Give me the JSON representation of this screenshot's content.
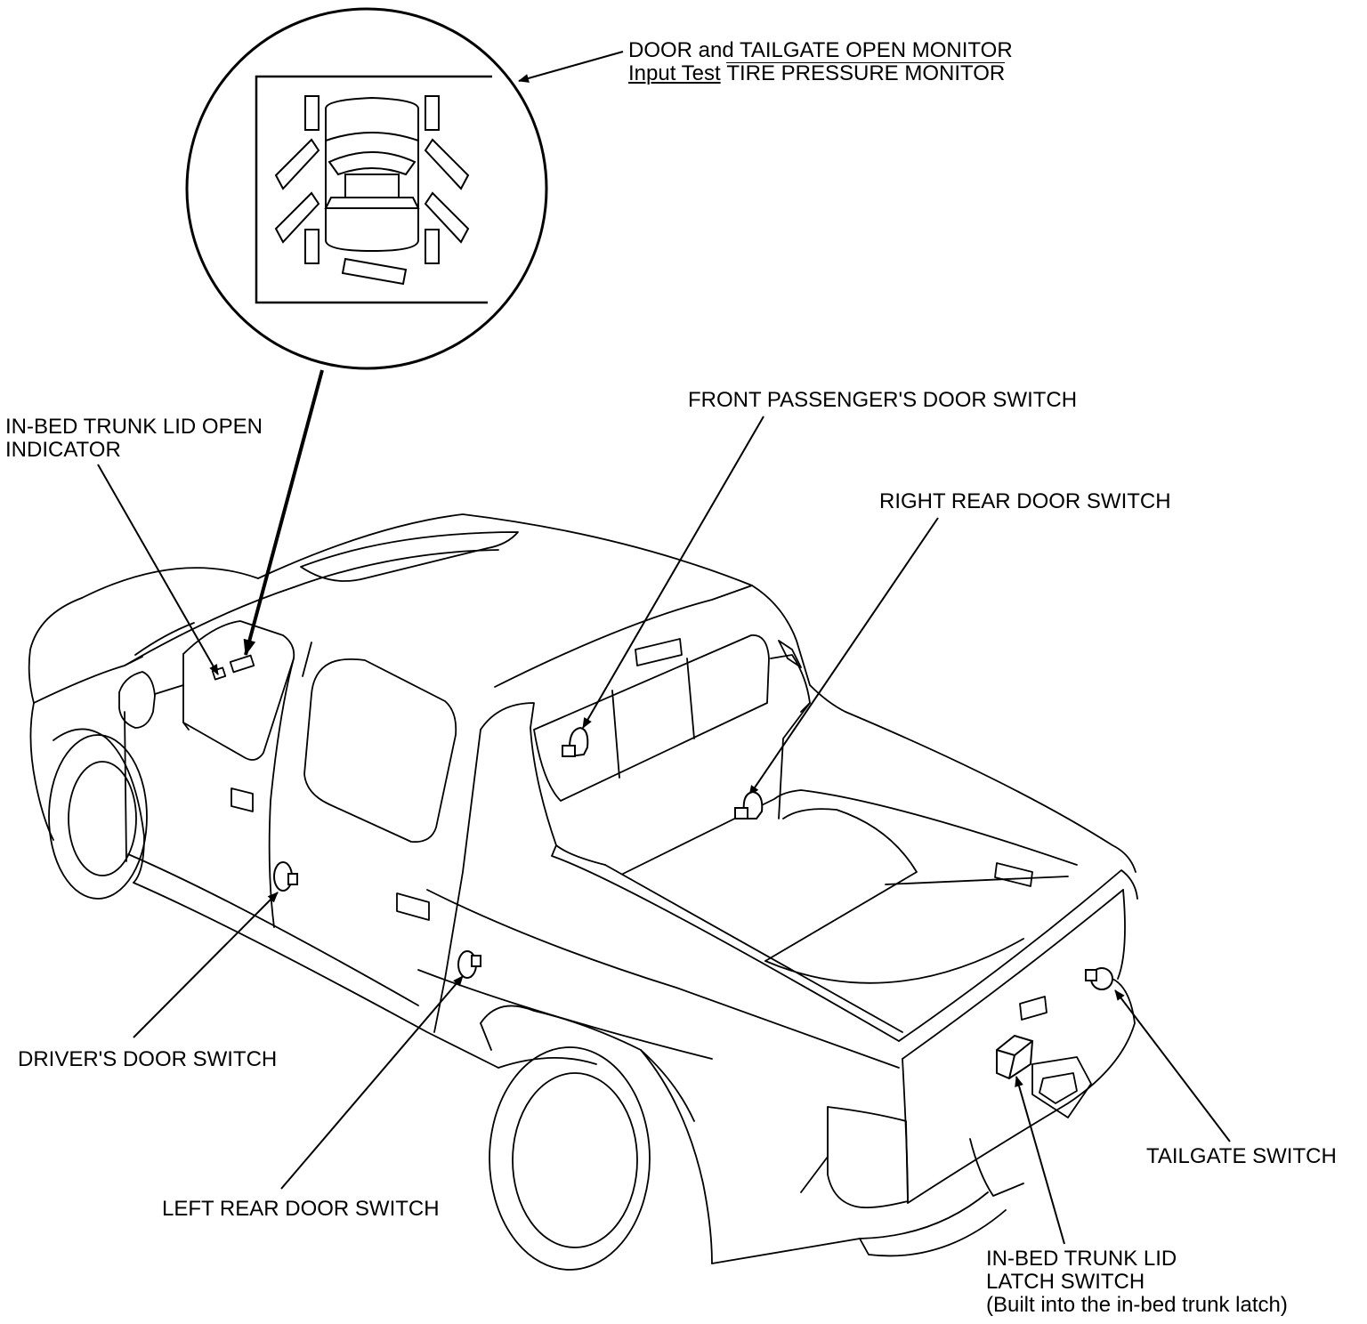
{
  "monitor_callout": {
    "line1": "DOOR and TAILGATE OPEN MONITOR",
    "line2": "Input Test",
    "line3": "TIRE PRESSURE MONITOR"
  },
  "labels": {
    "in_bed_trunk_lid_open_indicator": [
      "IN-BED TRUNK LID OPEN",
      "INDICATOR"
    ],
    "front_passengers_door_switch": "FRONT PASSENGER'S DOOR SWITCH",
    "right_rear_door_switch": "RIGHT REAR DOOR SWITCH",
    "drivers_door_switch": "DRIVER'S DOOR SWITCH",
    "left_rear_door_switch": "LEFT REAR DOOR SWITCH",
    "tailgate_switch": "TAILGATE SWITCH",
    "in_bed_trunk_lid_latch_switch": [
      "IN-BED TRUNK LID",
      "LATCH SWITCH",
      "(Built into the in-bed trunk latch)"
    ]
  },
  "colors": {
    "ink": "#000000",
    "paper": "#ffffff"
  }
}
